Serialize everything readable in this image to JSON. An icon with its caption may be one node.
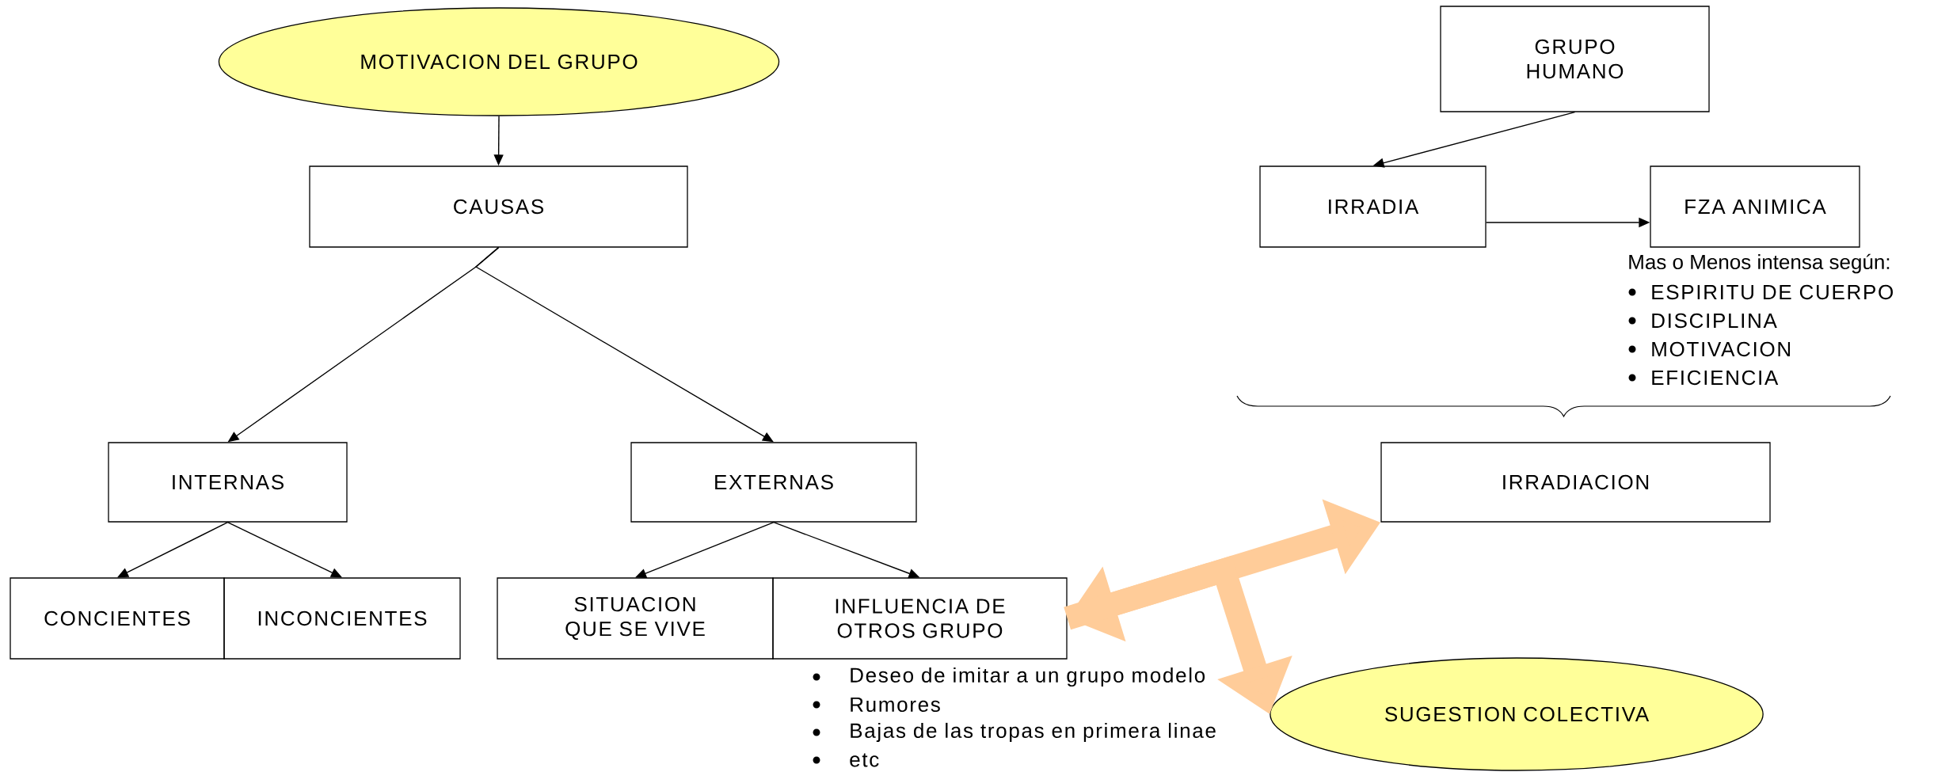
{
  "diagram": {
    "nodes": [
      {
        "text": [
          "MOTIVACION DEL GRUPO"
        ]
      },
      {
        "text": [
          "CAUSAS"
        ]
      },
      {
        "text": [
          "INTERNAS"
        ]
      },
      {
        "text": [
          "EXTERNAS"
        ]
      },
      {
        "text": [
          "CONCIENTES"
        ]
      },
      {
        "text": [
          "INCONCIENTES"
        ]
      },
      {
        "text": [
          "SITUACION QUE SE VIVE"
        ]
      },
      {
        "text": [
          "INFLUENCIA DE OTROS GRUPO"
        ],
        "beside": [
          "Deseo de imitar a un grupo modelo",
          "Rumores",
          "Bajas de las tropas en primera linae",
          "etc"
        ]
      },
      {
        "text": [
          "GRUPO HUMANO"
        ]
      },
      {
        "text": [
          "IRRADIA"
        ]
      },
      {
        "text": [
          "FZA ANIMICA"
        ],
        "beside": [
          "Mas o Menos intensa según:",
          "ESPIRITU DE CUERPO",
          "DISCIPLINA",
          "MOTIVACION",
          "EFICIENCIA"
        ]
      },
      {
        "text": [
          "IRRADIACION"
        ]
      },
      {
        "text": [
          "SUGESTION COLECTIVA"
        ]
      }
    ],
    "edges": [
      {
        "from": 0,
        "to": 1,
        "arrow": "to"
      },
      {
        "from": 1,
        "to": 2,
        "arrow": "to"
      },
      {
        "from": 1,
        "to": 3,
        "arrow": "to"
      },
      {
        "from": 2,
        "to": 4,
        "arrow": "to"
      },
      {
        "from": 2,
        "to": 5,
        "arrow": "to"
      },
      {
        "from": 3,
        "to": 6,
        "arrow": "to"
      },
      {
        "from": 3,
        "to": 7,
        "arrow": "to"
      },
      {
        "from": 8,
        "to": 9,
        "arrow": "to"
      },
      {
        "from": 9,
        "to": 10,
        "arrow": "to"
      },
      {
        "from": 7,
        "to": 11,
        "arrow": "both",
        "style": "thick",
        "color": "#ffcc99"
      },
      {
        "from": 7,
        "to": 12,
        "arrow": "to",
        "style": "thick",
        "color": "#ffcc99"
      }
    ]
  }
}
